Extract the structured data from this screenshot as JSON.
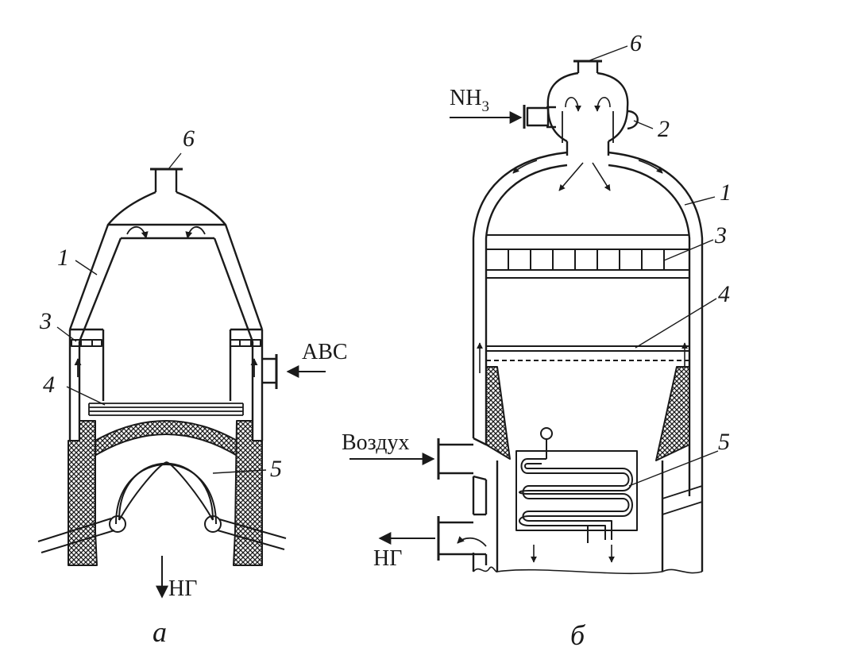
{
  "figure_a": {
    "callouts": {
      "c1": "1",
      "c3": "3",
      "c4": "4",
      "c5": "5",
      "c6": "6"
    },
    "inlet_label": "АВС",
    "outlet_label": "НГ",
    "caption": "а"
  },
  "figure_b": {
    "callouts": {
      "c1": "1",
      "c2": "2",
      "c3": "3",
      "c4": "4",
      "c5": "5",
      "c6": "6"
    },
    "ammonia_label_main": "NH",
    "ammonia_label_sub": "3",
    "air_label": "Воздух",
    "outlet_label": "НГ",
    "caption": "б"
  },
  "colors": {
    "ink": "#1a1a1a",
    "background": "#ffffff"
  }
}
